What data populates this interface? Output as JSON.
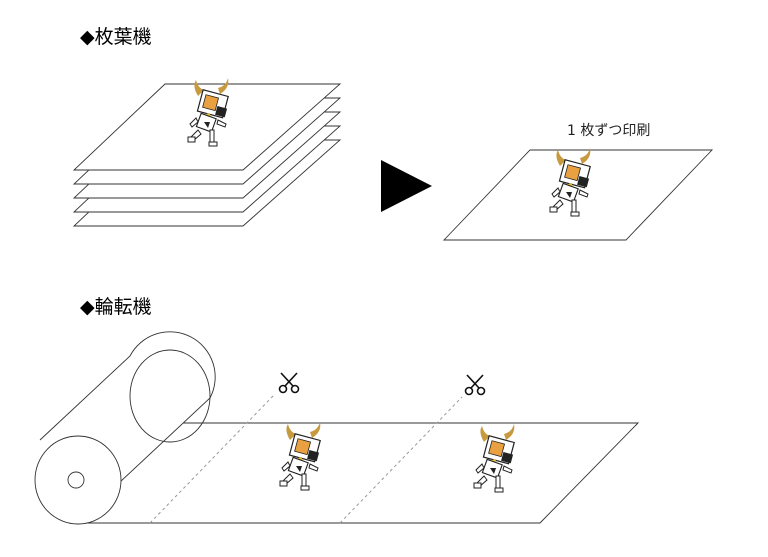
{
  "sections": {
    "sheet_fed": {
      "title": "◆枚葉機",
      "caption": "1 枚ずつ印刷"
    },
    "rotary": {
      "title": "◆輪転機"
    }
  },
  "icons": [
    "mascot-icon",
    "scissors-icon",
    "arrow-right-icon"
  ],
  "colors": {
    "stroke": "#333333",
    "mascot_face": "#e8a040",
    "horn": "#c89a40"
  }
}
